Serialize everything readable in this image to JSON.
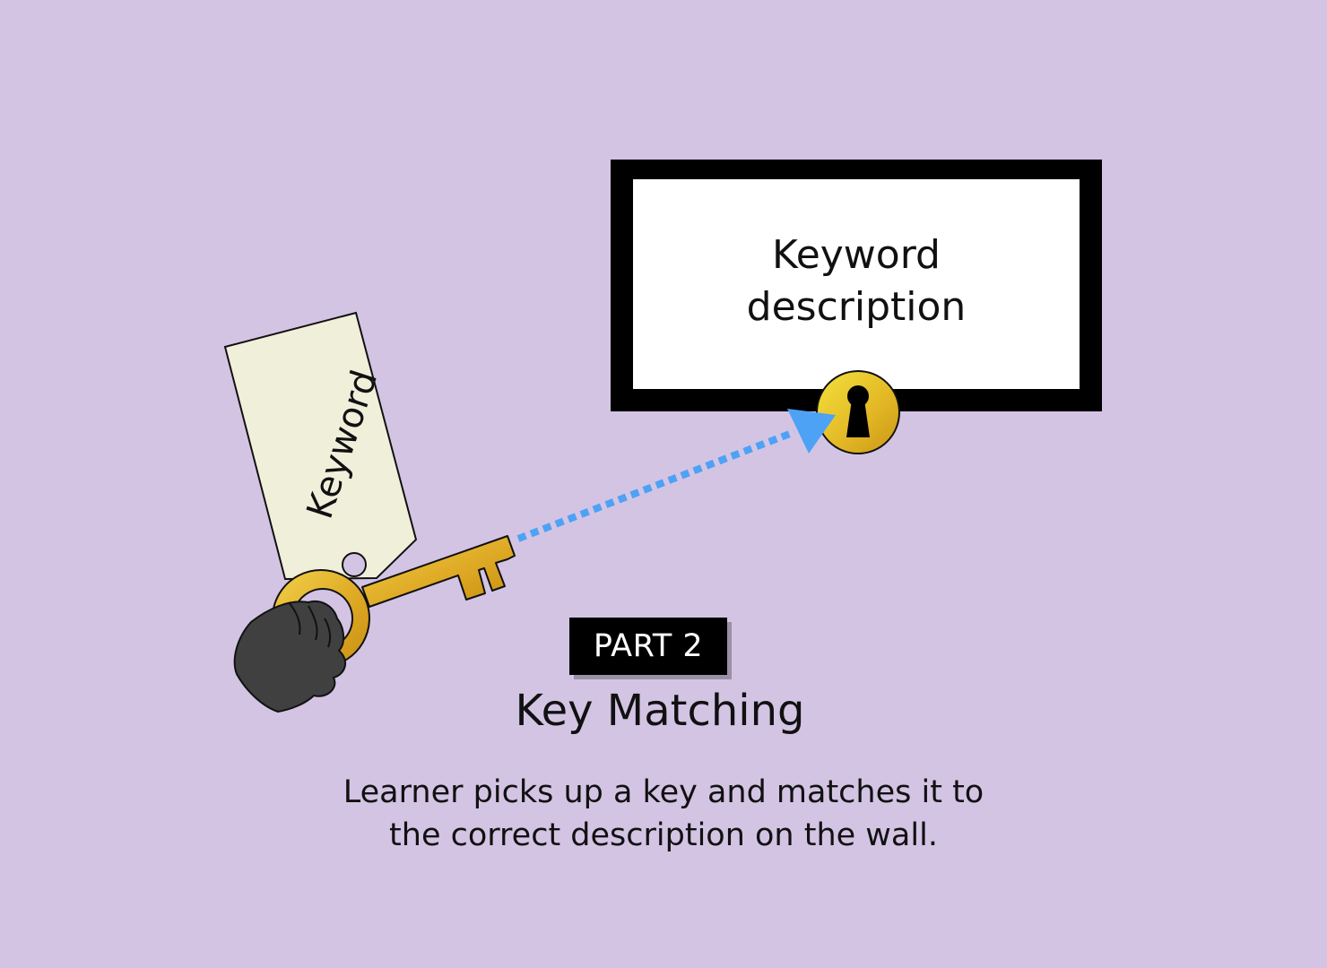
{
  "wall_card": {
    "line1": "Keyword",
    "line2": "description"
  },
  "key_tag": {
    "label": "Keyword"
  },
  "part_badge": {
    "label": "PART 2"
  },
  "title": "Key Matching",
  "description": {
    "line1": "Learner picks up a key and matches it to",
    "line2": "the correct description on the wall."
  },
  "colors": {
    "background": "#d3c4e4",
    "frame": "#000000",
    "tag": "#f0efda",
    "key_gold": "#e2b12b",
    "keyhole_gold": "#e9c52c",
    "arrow": "#4ea2f5",
    "hand": "#404040"
  },
  "icons": {
    "key": "key-icon",
    "keyhole": "keyhole-icon",
    "hand": "hand-icon",
    "arrow": "dotted-arrow-icon"
  }
}
